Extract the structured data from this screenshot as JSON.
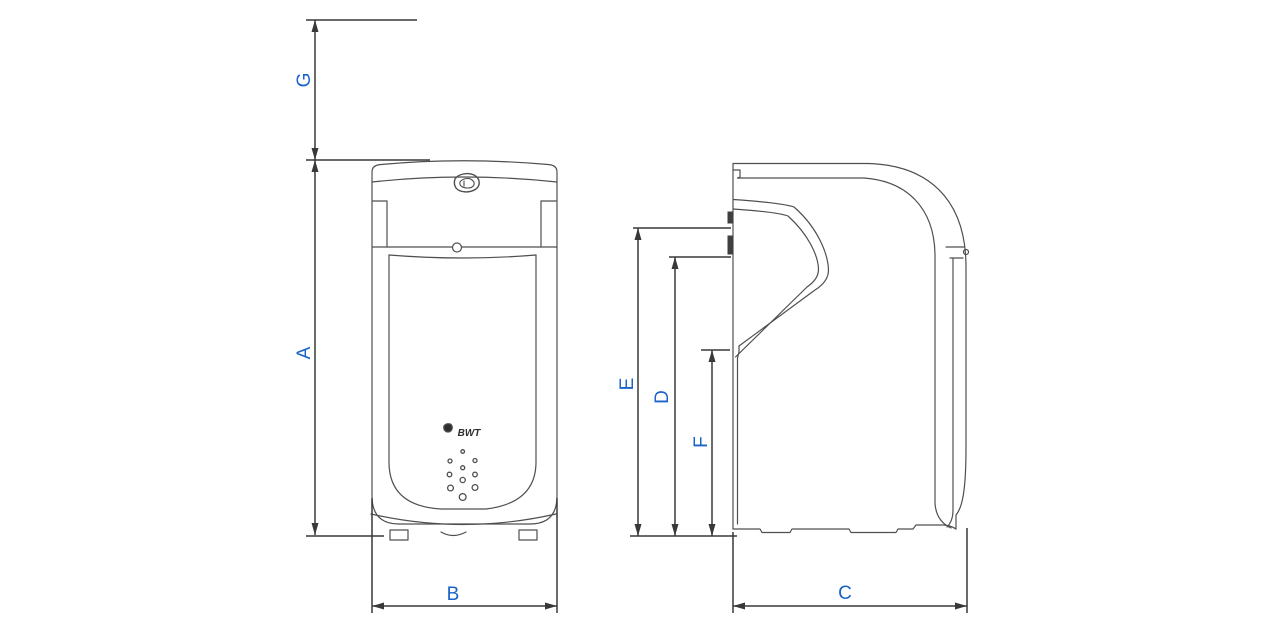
{
  "drawing": {
    "kind": "technical-dimension-drawing",
    "views": {
      "count": 2
    }
  },
  "brand": {
    "logo_text": "BWT"
  },
  "dimensions": {
    "g": {
      "label": "G"
    },
    "a": {
      "label": "A"
    },
    "b": {
      "label": "B"
    },
    "c": {
      "label": "C"
    },
    "d": {
      "label": "D"
    },
    "e": {
      "label": "E"
    },
    "f": {
      "label": "F"
    }
  },
  "colors": {
    "label_blue": "#1a63c9",
    "dimension_line": "#383838",
    "device_line": "#4f4f4f",
    "background": "#ffffff"
  }
}
